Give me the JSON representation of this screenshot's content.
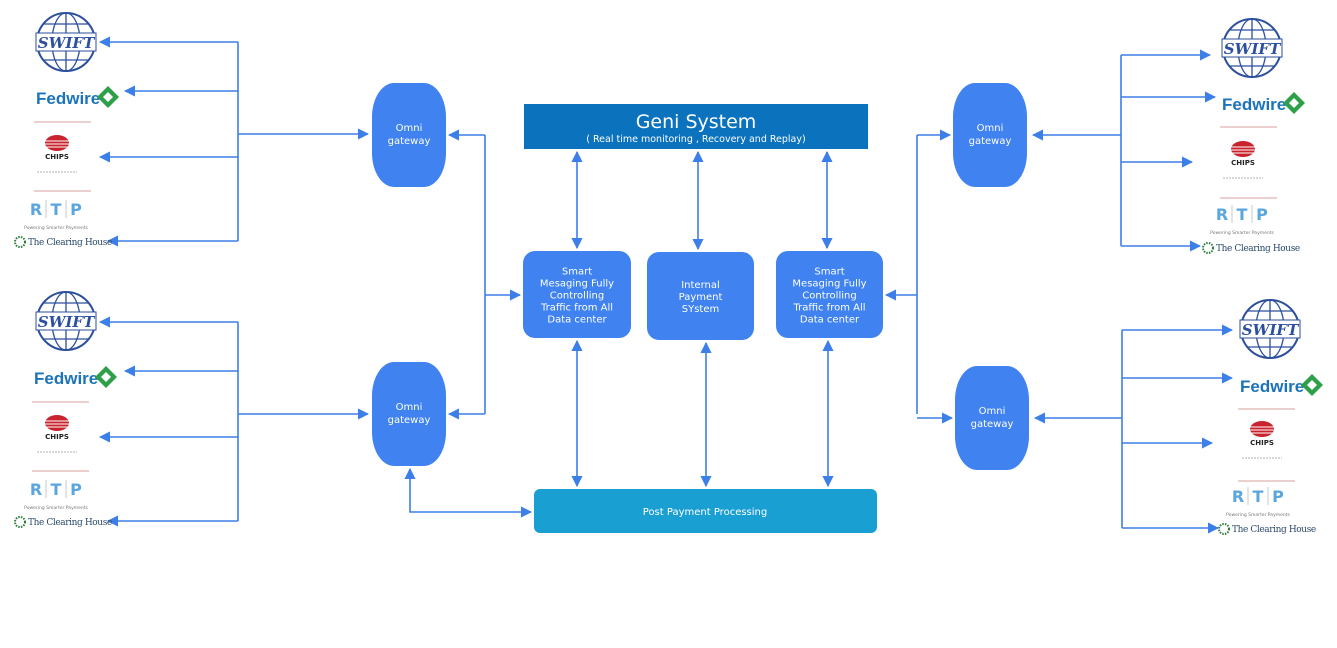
{
  "colors": {
    "box": "#3f82f0",
    "geni": "#0b72bd",
    "post": "#1a9fd2",
    "line": "#3d7fe9",
    "swift": "#2c4f9e",
    "fedwire": "#1b74b9",
    "chips": "#c9232e",
    "rtp": "#5aa6dd",
    "tch": "#2b7a3b"
  },
  "geni": {
    "title": "Geni System",
    "subtitle": "( Real time monitoring , Recovery and Replay)"
  },
  "smart_left": {
    "lines": [
      "Smart",
      "Mesaging Fully",
      "Controlling",
      "Traffic from All",
      "Data center"
    ]
  },
  "internal": {
    "lines": [
      "Internal",
      "Payment",
      "SYstem"
    ]
  },
  "smart_right": {
    "lines": [
      "Smart",
      "Mesaging Fully",
      "Controlling",
      "Traffic from All",
      "Data center"
    ]
  },
  "post": {
    "label": "Post Payment  Processing"
  },
  "gateway": {
    "lines": [
      "Omni",
      "gateway"
    ]
  },
  "logos": {
    "swift": "SWIFT",
    "fedwire": "Fedwire",
    "chips": "CHIPS",
    "rtp": [
      "R",
      "T",
      "P"
    ],
    "rtp_tagline": "Powering Smarter Payments",
    "tch": "The Clearing House"
  }
}
